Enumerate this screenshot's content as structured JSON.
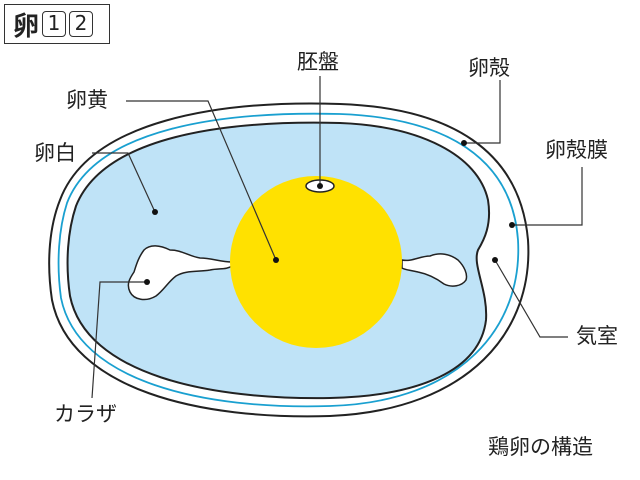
{
  "badge": {
    "kanji": "卵",
    "numbers": [
      "1",
      "2"
    ]
  },
  "labels": {
    "blastodisc": "胚盤",
    "shell": "卵殻",
    "yolk": "卵黄",
    "white": "卵白",
    "shell_membrane": "卵殻膜",
    "air_cell": "気室",
    "chalaza": "カラザ"
  },
  "caption": "鶏卵の構造",
  "colors": {
    "yolk": "#ffe100",
    "white": "#bfe3f7",
    "membrane": "#1aa0d0",
    "line": "#222222"
  }
}
